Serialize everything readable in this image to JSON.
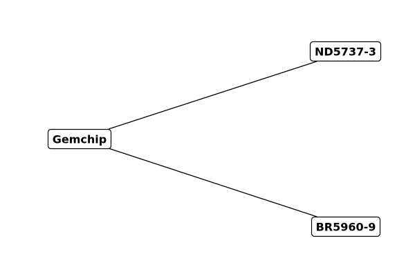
{
  "diagram": {
    "nodes": [
      {
        "id": "root",
        "label": "Gemchip"
      },
      {
        "id": "child1",
        "label": "ND5737-3"
      },
      {
        "id": "child2",
        "label": "BR5960-9"
      }
    ],
    "edges": [
      {
        "from": "root",
        "to": "child1"
      },
      {
        "from": "root",
        "to": "child2"
      }
    ],
    "colors": {
      "line": "#000000",
      "box_fill": "#ffffff",
      "box_border": "#000000",
      "text": "#000000"
    }
  }
}
